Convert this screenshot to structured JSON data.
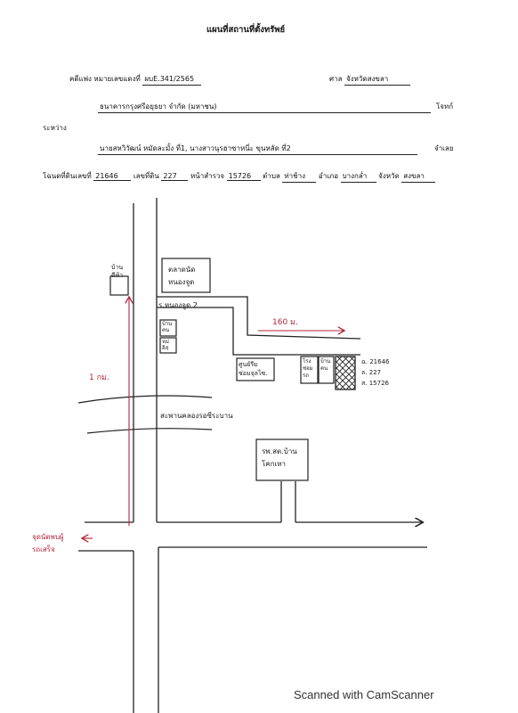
{
  "document": {
    "title": "แผนที่สถานที่ตั้งทรัพย์",
    "case_label": "คดีแพ่ง หมายเลขแดงที่",
    "case_number": "ผบE.341/2565",
    "court_label": "ศาล",
    "court_name": "จังหวัดสงขลา",
    "plaintiff_name": "ธนาคารกรุงศรีอยุธยา จำกัด (มหาชน)",
    "plaintiff_label": "โจทก์",
    "between_label": "ระหว่าง",
    "defendant_name": "นายสหวิวัฒน์ หมัดละมั้ง ที่1, นางสาวนุรฮาซาหนี่ะ ขุนหลัด ที่2",
    "defendant_label": "จำเลย",
    "deed": {
      "deed_label": "โฉนดที่ดินเลขที่",
      "deed_no": "21646",
      "land_label": "เลขที่ดิน",
      "land_no": "227",
      "survey_label": "หน้าสำรวจ",
      "survey_no": "15726",
      "subdistrict_label": "ตำบล",
      "subdistrict": "ท่าช้าง",
      "district_label": "อำเภอ",
      "district": "บางกล่ำ",
      "province_label": "จังหวัด",
      "province": "สงขลา"
    }
  },
  "map": {
    "house_top": "บ้าน\nดีห้า",
    "market": "ตลาดนัด\nหนองจูด",
    "road_name": "ร.หนองจูด 2",
    "house_small_1": "บ้าน\nคน",
    "house_small_2": "หม่\nอิสฺ",
    "distance_east": "160 ม.",
    "distance_north": "1 กม.",
    "shop": "ศูนย์รีม\nซ่อมจุลไซ.",
    "shop2": "โรง\nซ่อม\nรถ",
    "house_near": "บ้าน\nคน",
    "plot_info": "ฉ. 21646\nล. 227\nส. 15726",
    "bridge": "สะพานคลองรอซีระบาน",
    "health_center": "รพ.สต.บ้าน\nโคกเหา",
    "junction": "จุดนัดพบผู้\nรถเสร็จ"
  },
  "footer": "Scanned with CamScanner"
}
